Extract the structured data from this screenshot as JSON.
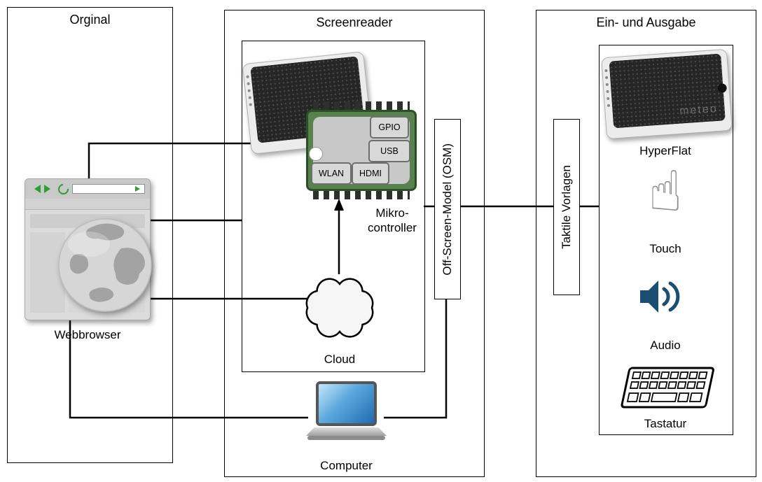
{
  "diagram": {
    "original": {
      "title": "Orginal",
      "browser_label": "Webbrowser"
    },
    "screenreader": {
      "title": "Screenreader",
      "controller_line1": "Mikro-",
      "controller_line2": "controller",
      "chip_ports": {
        "gpio": "GPIO",
        "usb": "USB",
        "wlan": "WLAN",
        "hdmi": "HDMI"
      },
      "cloud_label": "Cloud",
      "computer_label": "Computer",
      "osm_label": "Off-Screen-Model (OSM)"
    },
    "io": {
      "title": "Ein- und Ausgabe",
      "taktile_label": "Taktile Vorlagen",
      "hyperflat_label": "HyperFlat",
      "touch_label": "Touch",
      "audio_label": "Audio",
      "keyboard_label": "Tastatur",
      "touch_glyph": "☝"
    },
    "device_brand": "meteo",
    "colors": {
      "chip_green": "#57824e",
      "chip_green_dark": "#2c4f28",
      "audio_blue": "#1b4f72",
      "nav_green": "#2e9e2e",
      "laptop_blue": "#1f6bb0"
    }
  }
}
